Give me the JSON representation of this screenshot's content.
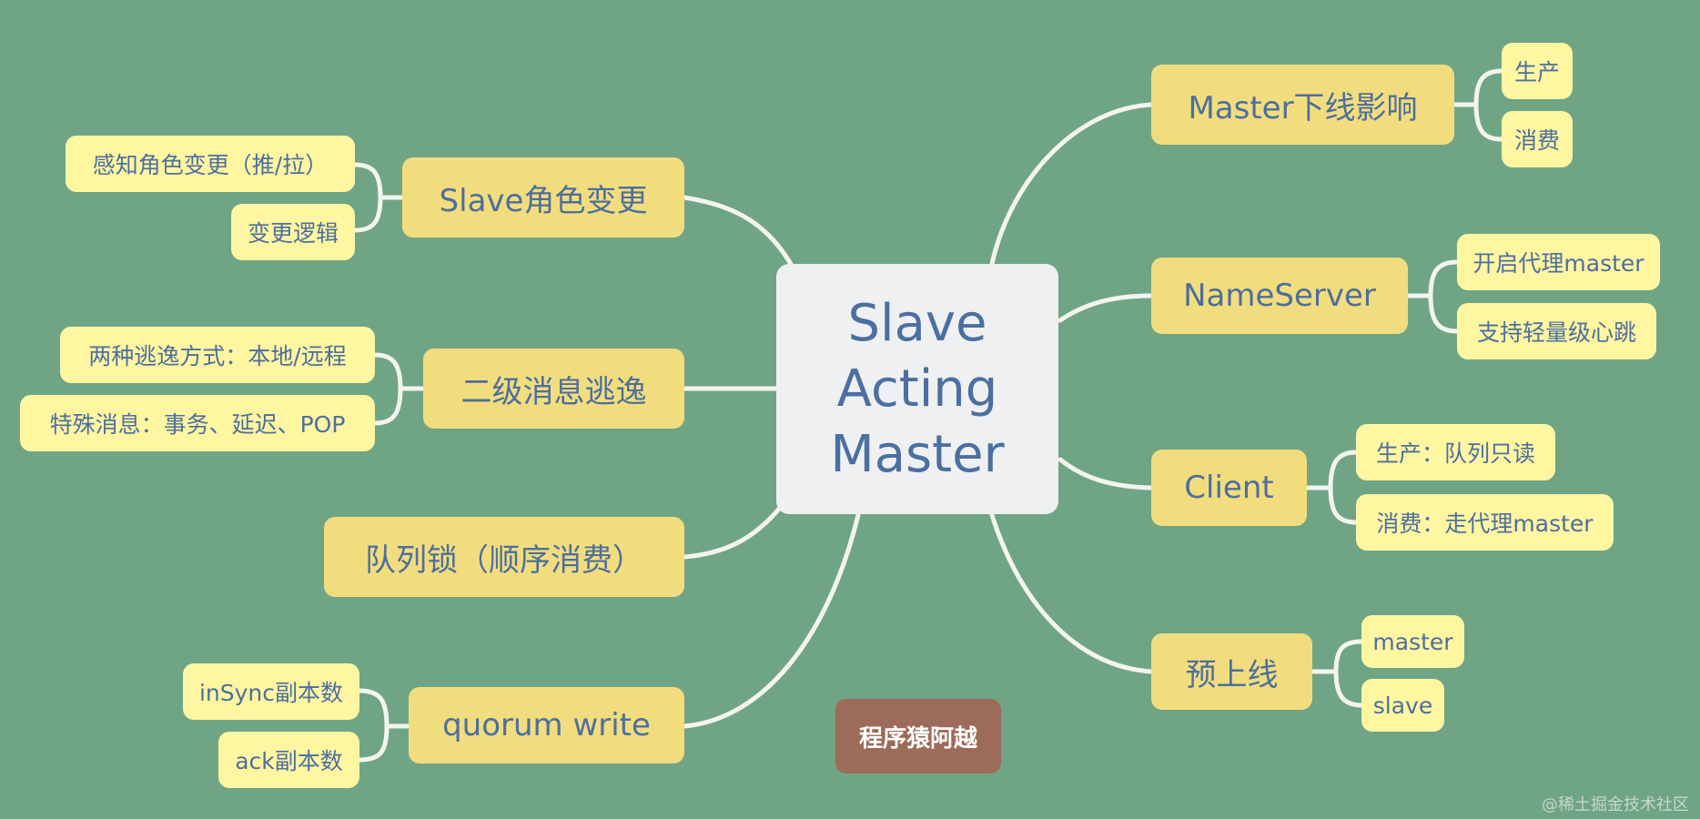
{
  "center": {
    "lines": [
      "Slave",
      "Acting",
      "Master"
    ]
  },
  "branches": {
    "slave_role_change": {
      "label": "Slave角色变更",
      "leaves": [
        "感知角色变更（推/拉）",
        "变更逻辑"
      ]
    },
    "secondary_escape": {
      "label": "二级消息逃逸",
      "leaves": [
        "两种逃逸方式：本地/远程",
        "特殊消息：事务、延迟、POP"
      ]
    },
    "queue_lock": {
      "label": "队列锁（顺序消费）"
    },
    "quorum_write": {
      "label": "quorum write",
      "leaves": [
        "inSync副本数",
        "ack副本数"
      ]
    },
    "master_offline": {
      "label": "Master下线影响",
      "leaves": [
        "生产",
        "消费"
      ]
    },
    "nameserver": {
      "label": "NameServer",
      "leaves": [
        "开启代理master",
        "支持轻量级心跳"
      ]
    },
    "client": {
      "label": "Client",
      "leaves": [
        "生产：队列只读",
        "消费：走代理master"
      ]
    },
    "pre_online": {
      "label": "预上线",
      "leaves": [
        "master",
        "slave"
      ]
    }
  },
  "author_badge": "程序猿阿越",
  "watermark": "@稀土掘金技术社区",
  "colors": {
    "background": "#6fa585",
    "center_fill": "#eff0f1",
    "branch_fill": "#f2dd7e",
    "leaf_fill": "#fff6a1",
    "badge_fill": "#9c6b59",
    "text": "#4d6f9e",
    "connector": "#f4f4ee"
  }
}
